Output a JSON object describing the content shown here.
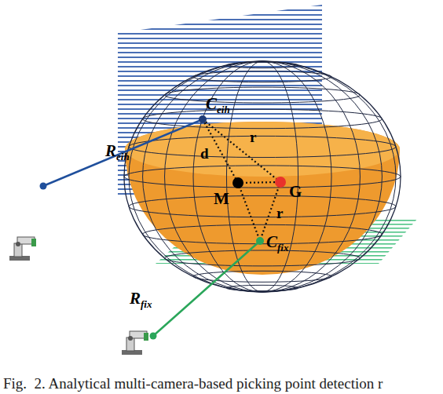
{
  "diagram": {
    "caption": "Fig.  2. Analytical multi-camera-based picking point detection r",
    "labels": [
      "Ceih",
      "Reih",
      "d",
      "r",
      "M",
      "G",
      "r",
      "Cfix",
      "Rfix"
    ]
  }
}
